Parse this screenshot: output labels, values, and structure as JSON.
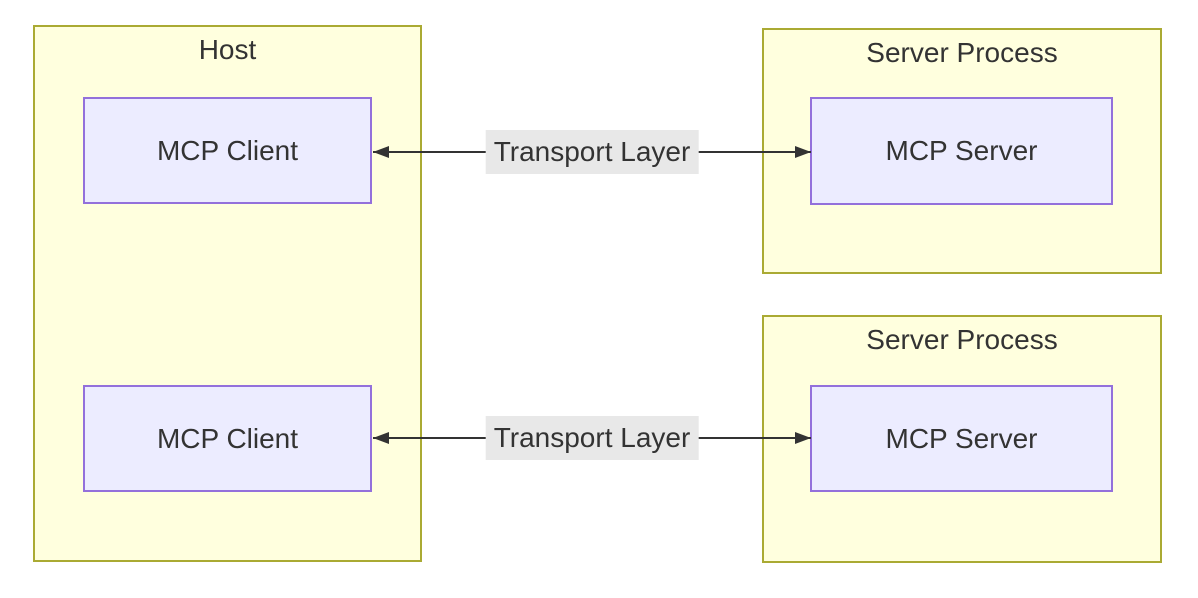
{
  "diagram": {
    "type": "flowchart",
    "colors": {
      "background": "#ffffff",
      "cluster_fill": "#ffffde",
      "cluster_border": "#aaaa33",
      "node_fill": "#ececff",
      "node_border": "#9370db",
      "edge_color": "#333333",
      "edge_label_bg": "#e8e8e8",
      "text_color": "#333333"
    },
    "clusters": [
      {
        "id": "host",
        "title": "Host"
      },
      {
        "id": "server-process-1",
        "title": "Server Process"
      },
      {
        "id": "server-process-2",
        "title": "Server Process"
      }
    ],
    "nodes": [
      {
        "id": "mcp-client-1",
        "label": "MCP Client",
        "cluster": "host"
      },
      {
        "id": "mcp-client-2",
        "label": "MCP Client",
        "cluster": "host"
      },
      {
        "id": "mcp-server-1",
        "label": "MCP Server",
        "cluster": "server-process-1"
      },
      {
        "id": "mcp-server-2",
        "label": "MCP Server",
        "cluster": "server-process-2"
      }
    ],
    "edges": [
      {
        "from": "mcp-client-1",
        "to": "mcp-server-1",
        "label": "Transport Layer",
        "bidirectional": true
      },
      {
        "from": "mcp-client-2",
        "to": "mcp-server-2",
        "label": "Transport Layer",
        "bidirectional": true
      }
    ]
  }
}
